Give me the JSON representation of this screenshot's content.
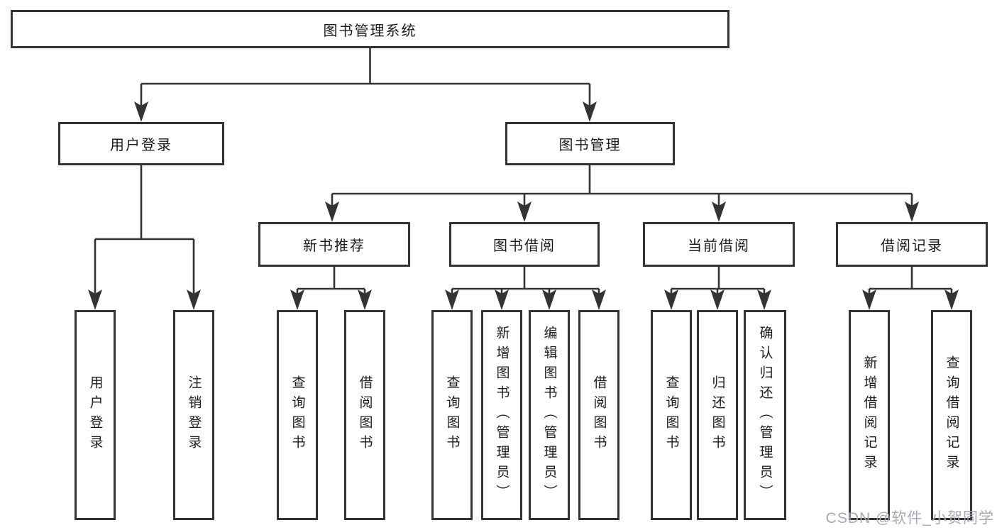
{
  "diagram": {
    "root": {
      "label": "图书管理系统"
    },
    "level2": {
      "user_login": {
        "label": "用户登录"
      },
      "book_mgmt": {
        "label": "图书管理"
      }
    },
    "level3": {
      "new_book_recommend": {
        "label": "新书推荐"
      },
      "book_borrow": {
        "label": "图书借阅"
      },
      "current_borrow": {
        "label": "当前借阅"
      },
      "borrow_records": {
        "label": "借阅记录"
      }
    },
    "leaves": {
      "user": [
        "用户登录",
        "注销登录"
      ],
      "recommend": [
        "查询图书",
        "借阅图书"
      ],
      "borrow": [
        "查询图书",
        "新增图书（管理员）",
        "编辑图书（管理员）",
        "借阅图书"
      ],
      "current": [
        "查询图书",
        "归还图书",
        "确认归还（管理员）"
      ],
      "records": [
        "新增借阅记录",
        "查询借阅记录"
      ]
    }
  },
  "watermark": {
    "text": "CSDN @软件_小贺同学"
  },
  "colors": {
    "line": "#333333",
    "box_border": "#333333",
    "text": "#1c1c1c",
    "watermark": "#a9a9b2",
    "background": "#ffffff"
  }
}
